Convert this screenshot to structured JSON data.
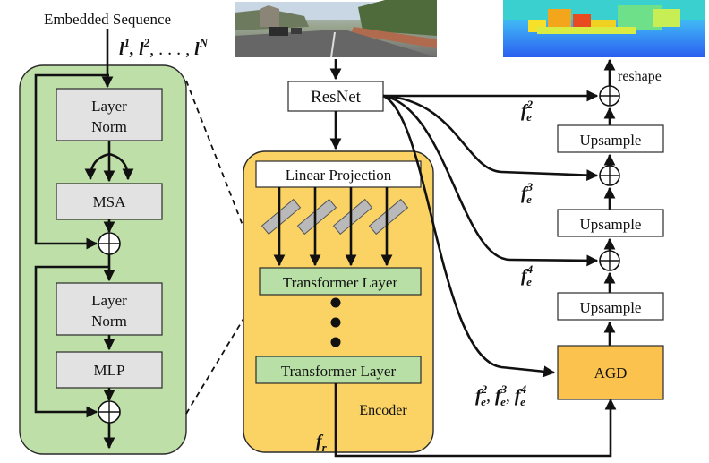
{
  "input": {
    "title": "Embedded Sequence",
    "tokens_l1": "l",
    "tokens_sup1": "1",
    "tokens_l2": "l",
    "tokens_sup2": "2",
    "tokens_dots": ", . . . ,",
    "tokens_lN": "l",
    "tokens_supN": "N"
  },
  "transformer_block": {
    "norm1": [
      "Layer",
      "Norm"
    ],
    "msa": "MSA",
    "norm2": [
      "Layer",
      "Norm"
    ],
    "mlp": "MLP"
  },
  "backbone": {
    "resnet": "ResNet"
  },
  "encoder": {
    "linear_projection": "Linear Projection",
    "transformer_layer_top": "Transformer Layer",
    "transformer_layer_bottom": "Transformer Layer",
    "label": "Encoder"
  },
  "decoder": {
    "reshape": "reshape",
    "upsample_1": "Upsample",
    "upsample_2": "Upsample",
    "upsample_3": "Upsample",
    "agd": "AGD"
  },
  "features": {
    "fe": "f",
    "fe_sub": "e",
    "fe2_sup": "2",
    "fe3_sup": "3",
    "fe4_sup": "4",
    "fr": "f",
    "fr_sub": "r",
    "combo_sep": ",",
    "combo_sups": [
      "2",
      "3",
      "4"
    ]
  },
  "colors": {
    "block_green": "#bfdfa8",
    "block_border": "#2a2a2a",
    "gray_box": "#e2e2e2",
    "encoder_yellow": "#fbd365",
    "layer_green": "#b8e0a6",
    "agd_orange": "#fbc34e",
    "patch_gray": "#b9b9b9"
  }
}
